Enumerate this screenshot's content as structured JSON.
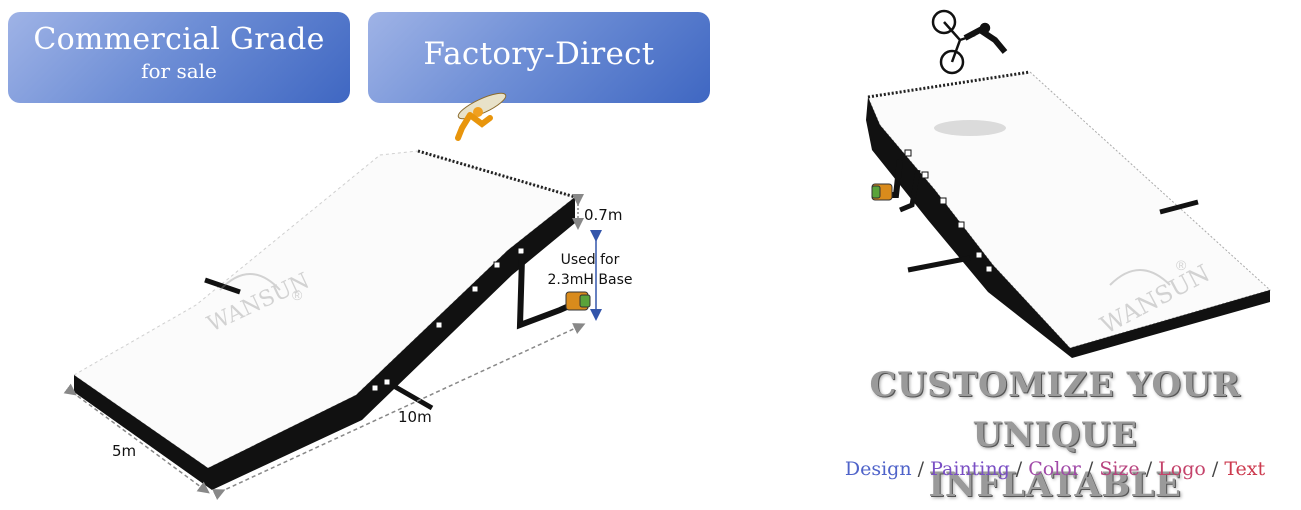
{
  "badges": {
    "commercial": {
      "title": "Commercial Grade",
      "subtitle": "for sale"
    },
    "factory": {
      "title": "Factory-Direct"
    }
  },
  "left_ramp": {
    "height_label": "0.7m",
    "note_line1": "Used for",
    "note_line2": "2.3mH Base",
    "length_label": "10m",
    "width_label": "5m",
    "watermark": "WANSUN",
    "registered": "®"
  },
  "right_ramp": {
    "watermark": "WANSUN",
    "registered": "®"
  },
  "headline": {
    "line1": "CUSTOMIZE YOUR UNIQUE",
    "line2": "INFLATABLE"
  },
  "options": [
    {
      "label": "Design",
      "color": "#4f63c9"
    },
    {
      "label": "Painting",
      "color": "#7a4fc4"
    },
    {
      "label": "Color",
      "color": "#a14aa8"
    },
    {
      "label": "Size",
      "color": "#b8447f"
    },
    {
      "label": "Logo",
      "color": "#c4426a"
    },
    {
      "label": "Text",
      "color": "#cc3a4e"
    }
  ],
  "separator": "/"
}
